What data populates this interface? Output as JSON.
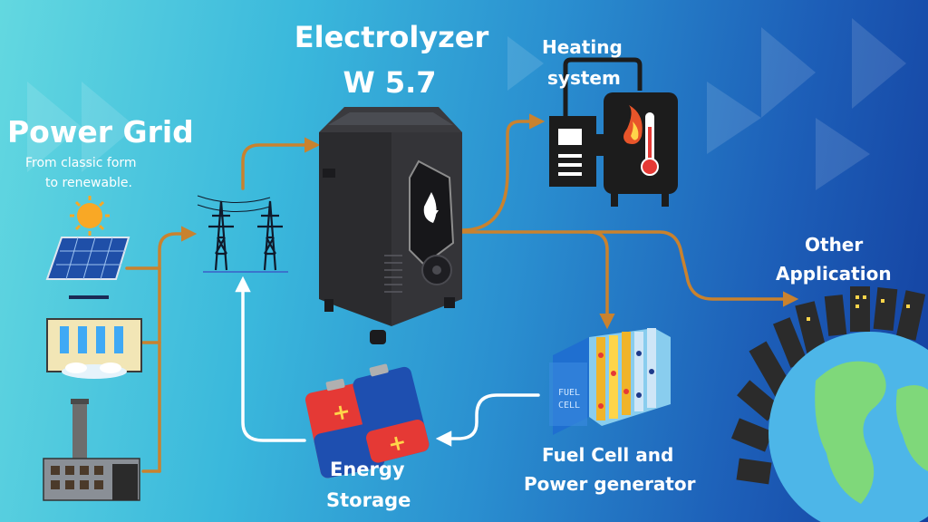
{
  "electrolyzer": {
    "title_line1": "Electrolyzer",
    "title_line2": "W 5.7"
  },
  "power_grid": {
    "title": "Power Grid",
    "subtitle_line1": "From classic form",
    "subtitle_line2": "to renewable."
  },
  "heating": {
    "line1": "Heating",
    "line2": "system"
  },
  "other_app": {
    "line1": "Other",
    "line2": "Application"
  },
  "fuel_cell": {
    "line1": "Fuel Cell and",
    "line2": "Power generator",
    "panel_text1": "FUEL",
    "panel_text2": "CELL"
  },
  "energy_storage": {
    "line1": "Energy",
    "line2": "Storage"
  },
  "colors": {
    "background_left": "#63d8e0",
    "background_right": "#1440a0",
    "orange_arrow": "#c9822e",
    "white_arrow": "#ffffff",
    "machine_body": "#2b2b2e"
  },
  "icons": [
    "solar-panel-icon",
    "dam-icon",
    "power-plant-icon",
    "transmission-tower-icon",
    "heating-system-icon",
    "fuel-cell-icon",
    "battery-icon",
    "earth-city-icon"
  ]
}
